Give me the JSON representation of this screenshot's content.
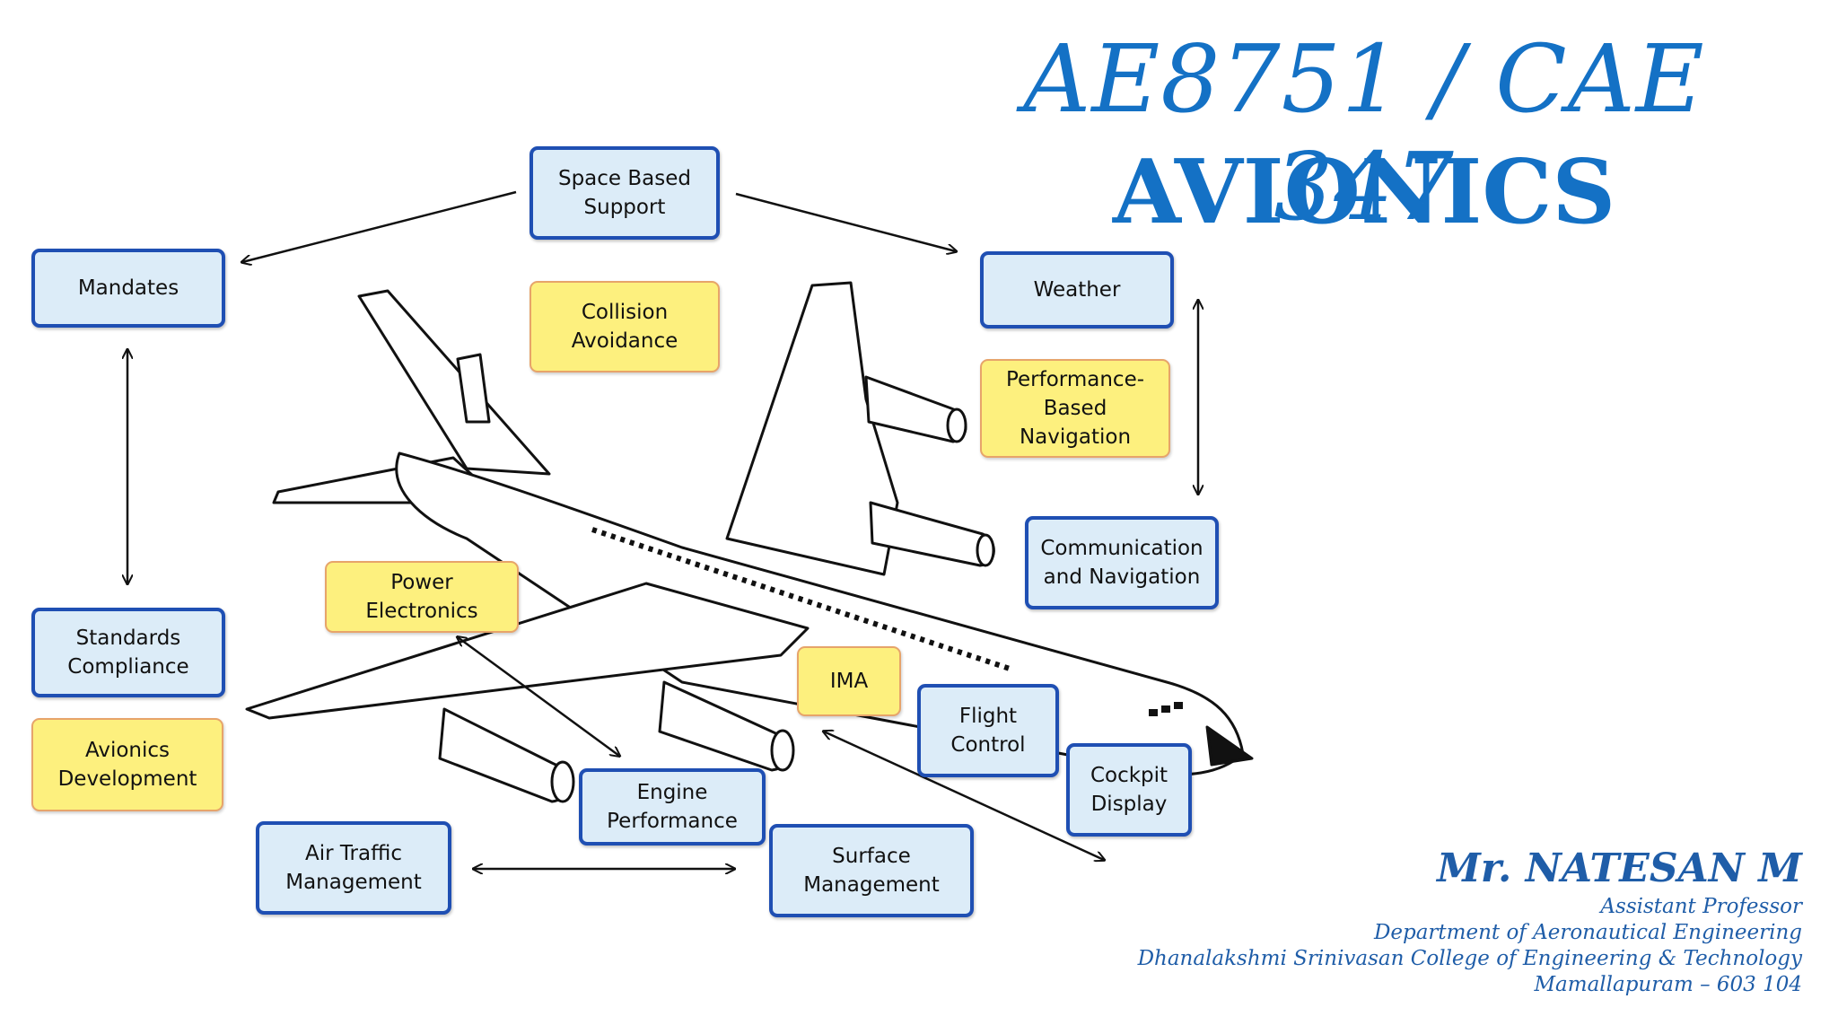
{
  "title": {
    "course_code": "AE8751 / CAE 347",
    "subject": "AVIONICS"
  },
  "boxes": {
    "space_based_support": "Space Based\nSupport",
    "mandates": "Mandates",
    "collision_avoidance": "Collision\nAvoidance",
    "weather": "Weather",
    "performance_based_navigation": "Performance-\nBased Navigation",
    "communication_navigation": "Communication\nand Navigation",
    "standards_compliance": "Standards\nCompliance",
    "avionics_development": "Avionics\nDevelopment",
    "power_electronics": "Power Electronics",
    "ima": "IMA",
    "flight_control": "Flight\nControl",
    "cockpit_display": "Cockpit\nDisplay",
    "engine_performance": "Engine\nPerformance",
    "air_traffic_management": "Air Traffic\nManagement",
    "surface_management": "Surface\nManagement"
  },
  "author": {
    "name": "Mr. NATESAN M",
    "designation": "Assistant Professor",
    "department": "Department of Aeronautical Engineering",
    "college": "Dhanalakshmi Srinivasan College of Engineering & Technology",
    "address": "Mamallapuram – 603 104"
  },
  "colors": {
    "title": "#1471c5",
    "box_border_blue": "#1f4fb3",
    "box_fill_blue": "#dcecf8",
    "box_fill_yellow": "#fdf07e"
  }
}
